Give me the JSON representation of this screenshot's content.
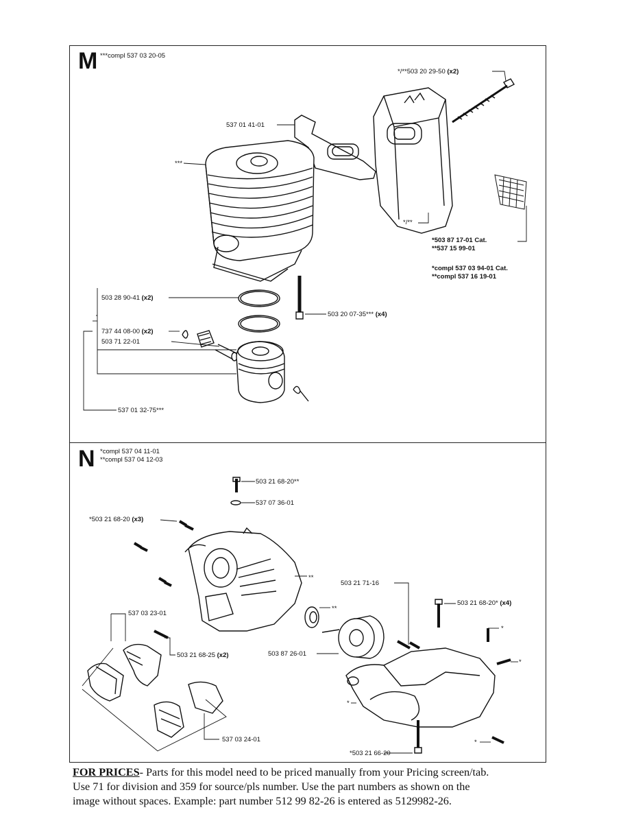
{
  "section_m": {
    "letter": "M",
    "compl": "***compl 537 03 20-05",
    "labels": {
      "bolt": "*/**503 20 29-50",
      "bolt_qty": "(x2)",
      "bracket": "537 01 41-01",
      "cylinder": "***",
      "gasket_marker": "*/**",
      "cat1": "*503 87 17-01 Cat.",
      "cat1b": "**537 15 99-01",
      "cat2": "*compl 537 03 94-01 Cat.",
      "cat2b": "**compl 537 16 19-01",
      "ring": "503 28 90-41",
      "ring_qty": "(x2)",
      "screw": "503 20 07-35***",
      "screw_qty": "(x4)",
      "circlip": "737 44 08-00",
      "circlip_qty": "(x2)",
      "bearing": "503 71 22-01",
      "piston": "537 01 32-75***"
    }
  },
  "section_n": {
    "letter": "N",
    "compl1": "*compl 537 04 11-01",
    "compl2": "**compl 537 04 12-03",
    "labels": {
      "top_screw": "503 21 68-20**",
      "washer": "537 07 36-01",
      "left_screw": "*503 21 68-20",
      "left_screw_qty": "(x3)",
      "seal_marker": "**",
      "bearing_marker": "**",
      "r_screw1": "503 21 71-16",
      "r_screw2": "503 21 68-20*",
      "r_screw2_qty": "(x4)",
      "bracket": "537 03 23-01",
      "screw25": "503 21 68-25",
      "screw25_qty": "(x2)",
      "clutch": "503 87 26-01",
      "star1": "*",
      "star2": "*",
      "star3": "*",
      "star4": "*",
      "shoe": "537 03 24-01",
      "bottom_screw": "*503 21 66-20"
    }
  },
  "footer": {
    "heading": "FOR PRICES",
    "line1": "- Parts for this model need to be priced manually from your Pricing screen/tab.",
    "line2": "Use 71 for division and 359 for source/pls number.  Use the part numbers as shown on the",
    "line3": "image without spaces.  Example: part number 512 99 82-26 is entered as 5129982-26."
  }
}
